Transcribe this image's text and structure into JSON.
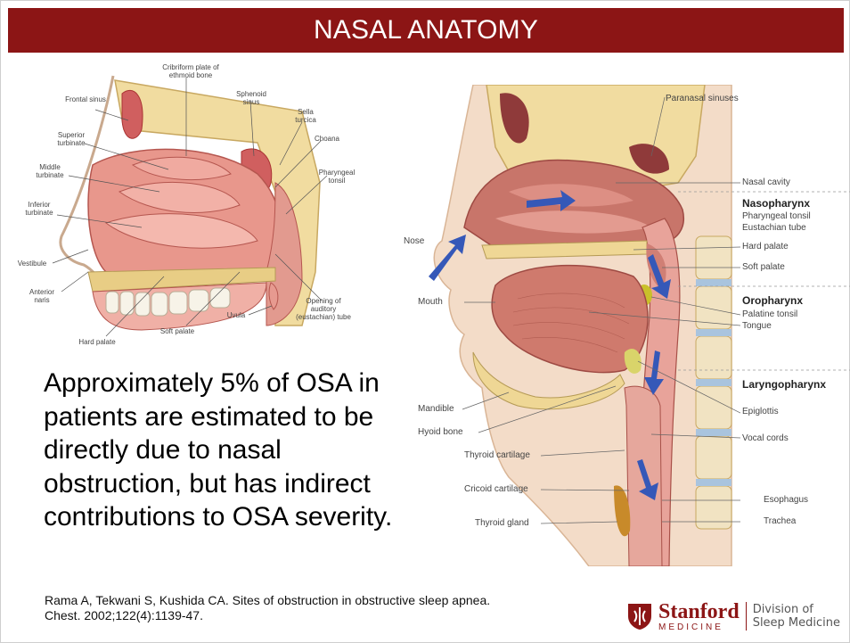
{
  "title": "NASAL ANATOMY",
  "left_figure": {
    "labels": {
      "cribriform": "Cribriform plate of ethmoid bone",
      "frontal": "Frontal sinus",
      "sphenoid": "Sphenoid sinus",
      "sella": "Sella turcica",
      "superior": "Superior turbinate",
      "choana": "Choana",
      "middle": "Middle turbinate",
      "pharyngeal": "Pharyngeal tonsil",
      "inferior": "Inferior turbinate",
      "vestibule": "Vestibule",
      "anterior": "Anterior naris",
      "uvula": "Uvula",
      "opening": "Opening of auditory (eustachian) tube",
      "hard": "Hard palate",
      "soft": "Soft palate"
    }
  },
  "right_figure": {
    "labels": {
      "paranasal": "Paranasal sinuses",
      "nasal_cavity": "Nasal cavity",
      "nasopharynx": "Nasopharynx",
      "pharyngeal_tonsil": "Pharyngeal tonsil",
      "eustachian": "Eustachian tube",
      "nose": "Nose",
      "hard_palate": "Hard palate",
      "soft_palate": "Soft palate",
      "mouth": "Mouth",
      "oropharynx": "Oropharynx",
      "palatine": "Palatine tonsil",
      "tongue": "Tongue",
      "laryngopharynx": "Laryngopharynx",
      "mandible": "Mandible",
      "epiglottis": "Epiglottis",
      "hyoid": "Hyoid bone",
      "vocal": "Vocal cords",
      "thyroid_cart": "Thyroid cartilage",
      "cricoid": "Cricoid cartilage",
      "esophagus": "Esophagus",
      "thyroid_gland": "Thyroid gland",
      "trachea": "Trachea"
    }
  },
  "body_text": "Approximately 5% of OSA in patients are estimated to be directly due to nasal obstruction, but has indirect contributions to OSA severity.",
  "citation": "Rama A, Tekwani S, Kushida CA.  Sites of obstruction in obstructive sleep apnea.  Chest. 2002;122(4):1139-47.",
  "logo": {
    "stanford": "Stanford",
    "medicine": "MEDICINE",
    "division_line1": "Division of",
    "division_line2": "Sleep Medicine"
  },
  "colors": {
    "title_bar": "#8c1515",
    "mucosa": "#e08a80",
    "bone": "#f1dca0",
    "skin": "#f3dcc8",
    "arrow": "#3558b8"
  }
}
